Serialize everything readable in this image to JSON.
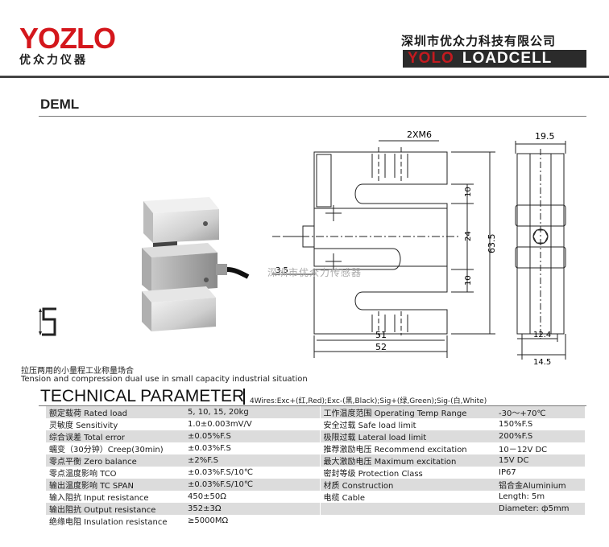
{
  "header": {
    "logo": "YOZLO",
    "logo_cn": "优众力仪器",
    "company_cn": "深圳市优众力科技有限公司",
    "banner_left": "YOLO",
    "banner_right": "LOADCELL"
  },
  "model": "DEML",
  "drawing": {
    "thread": "2XM6",
    "dims": {
      "front_top_gap": "10",
      "front_mid": "24",
      "front_bottom_gap": "10",
      "front_height": "63.5",
      "left_offset": "3.5",
      "inner_width": "51",
      "outer_width": "52",
      "side_top": "19.5",
      "side_inner": "12.4",
      "side_bottom": "14.5"
    }
  },
  "watermark": "深圳市优众力传感器",
  "description": {
    "cn": "拉压两用的小量程工业称量场合",
    "en": "Tension and compression dual use in small capacity industrial situation"
  },
  "technical": {
    "title": "TECHNICAL PARAMETER",
    "wires": "4Wires:Exc+(红,Red);Exc-(黑,Black);Sig+(绿,Green);Sig-(白,White)",
    "rows": [
      [
        "额定载荷 Rated load",
        "5, 10, 15, 20kg",
        "工作温度范围 Operating Temp Range",
        "-30～+70℃"
      ],
      [
        "灵敏度 Sensitivity",
        "1.0±0.003mV/V",
        "安全过载 Safe load limit",
        "150%F.S"
      ],
      [
        "综合误差 Total error",
        "±0.05%F.S",
        "极限过载 Lateral load limit",
        "200%F.S"
      ],
      [
        "蠕变（30分钟）Creep(30min)",
        "±0.03%F.S",
        "推荐激励电压 Recommend excitation",
        "10－12V DC"
      ],
      [
        "零点平衡 Zero balance",
        "±2%F.S",
        "最大激励电压 Maximum excitation",
        "15V DC"
      ],
      [
        "零点温度影响 TCO",
        "±0.03%F.S/10℃",
        "密封等级 Protection Class",
        "IP67"
      ],
      [
        "输出温度影响 TC SPAN",
        "±0.03%F.S/10℃",
        "材质 Construction",
        "铝合金Aluminium"
      ],
      [
        "输入阻抗 Input resistance",
        "450±50Ω",
        "电缆 Cable",
        "Length:    5m"
      ],
      [
        "输出阻抗 Output resistance",
        "352±3Ω",
        "",
        "Diameter:  ф5mm"
      ],
      [
        "绝缘电阻 Insulation resistance",
        "≥5000MΩ",
        "",
        ""
      ]
    ]
  }
}
